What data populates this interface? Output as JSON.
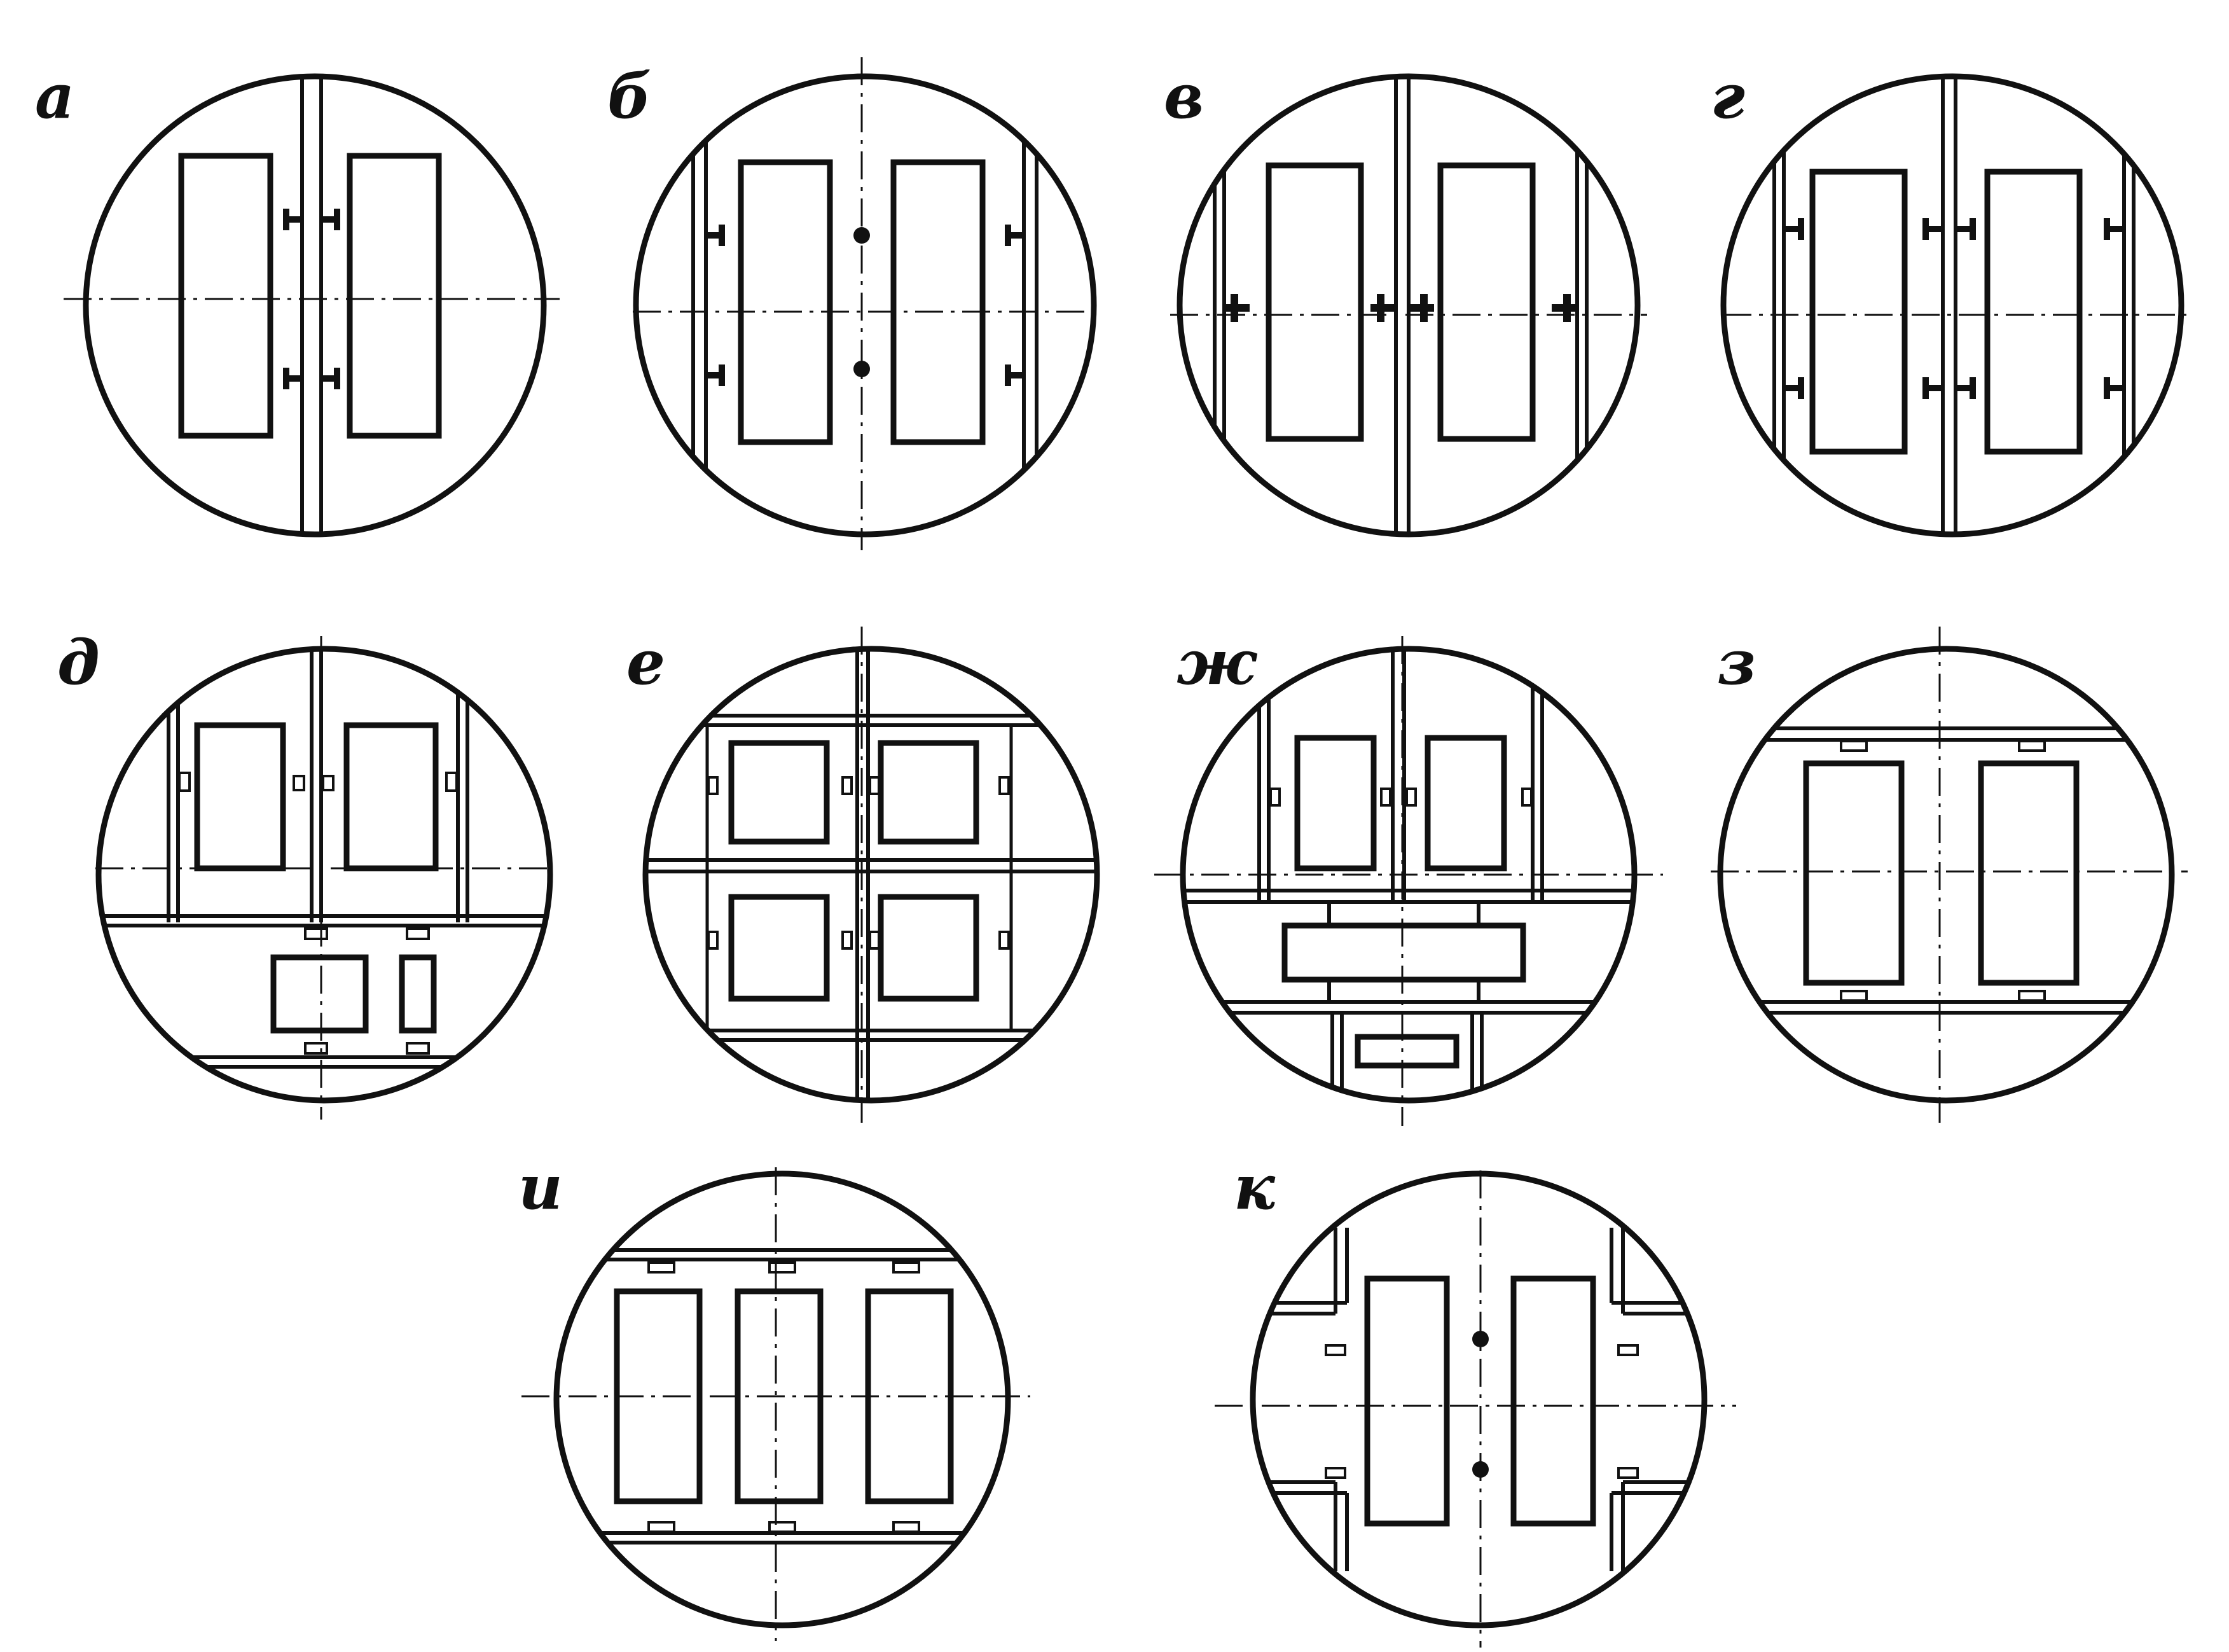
{
  "colors": {
    "ink": "#111111",
    "paper": "#ffffff"
  },
  "panels": [
    {
      "id": "a",
      "label": "а"
    },
    {
      "id": "b",
      "label": "б"
    },
    {
      "id": "v",
      "label": "в"
    },
    {
      "id": "g",
      "label": "г"
    },
    {
      "id": "d",
      "label": "д"
    },
    {
      "id": "e",
      "label": "е"
    },
    {
      "id": "zh",
      "label": "ж"
    },
    {
      "id": "z",
      "label": "з"
    },
    {
      "id": "i",
      "label": "и"
    },
    {
      "id": "k",
      "label": "к"
    }
  ]
}
